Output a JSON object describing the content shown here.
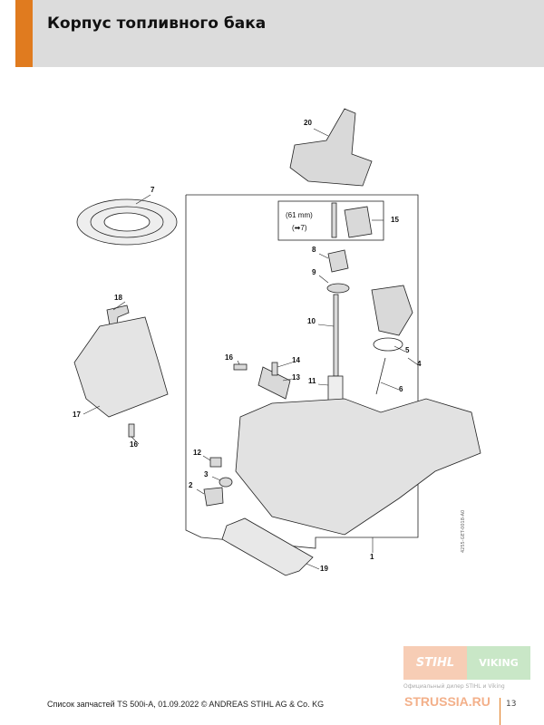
{
  "header": {
    "title": "Корпус топливного бака"
  },
  "diagram": {
    "callouts": [
      "20",
      "7",
      "15",
      "8",
      "9",
      "18",
      "10",
      "5",
      "4",
      "6",
      "16",
      "14",
      "13",
      "11",
      "17",
      "16",
      "12",
      "3",
      "2",
      "1",
      "19"
    ],
    "note_length": "(61 mm)",
    "note_ref": "(➡7)",
    "drawing_code": "4255-GET-0018-A0"
  },
  "footer": {
    "text": "Список запчастей TS 500i-A, 01.09.2022 © ANDREAS STIHL AG & Co. KG",
    "page": "13"
  },
  "watermark": {
    "stihl": "STIHL",
    "viking": "VIKING",
    "dealer": "Официальный дилер STIHL и Viking",
    "site": "STRUSSIA.RU"
  },
  "colors": {
    "accent": "#e07b1f",
    "header_bg": "#dcdcdc"
  }
}
